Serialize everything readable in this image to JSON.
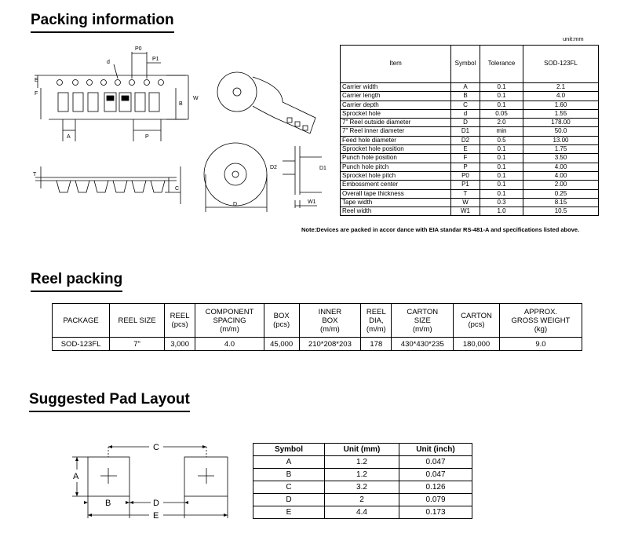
{
  "packing": {
    "title": "Packing information",
    "unit": "unit:mm",
    "headers": [
      "Item",
      "Symbol",
      "Tolerance",
      "SOD-123FL"
    ],
    "rows": [
      [
        "Carrier width",
        "A",
        "0.1",
        "2.1"
      ],
      [
        "Carrier length",
        "B",
        "0.1",
        "4.0"
      ],
      [
        "Carrier depth",
        "C",
        "0.1",
        "1.60"
      ],
      [
        "Sprocket hole",
        "d",
        "0.05",
        "1.55"
      ],
      [
        "7\" Reel outside diameter",
        "D",
        "2.0",
        "178.00"
      ],
      [
        "7\" Reel inner diameter",
        "D1",
        "min",
        "50.0"
      ],
      [
        "Feed hole diameter",
        "D2",
        "0.5",
        "13.00"
      ],
      [
        "Sprocket hole position",
        "E",
        "0.1",
        "1.75"
      ],
      [
        "Punch hole position",
        "F",
        "0.1",
        "3.50"
      ],
      [
        "Punch hole pitch",
        "P",
        "0.1",
        "4.00"
      ],
      [
        "Sprocket hole pitch",
        "P0",
        "0.1",
        "4.00"
      ],
      [
        "Embossment center",
        "P1",
        "0.1",
        "2.00"
      ],
      [
        "Overall tape thickness",
        "T",
        "0.1",
        "0.25"
      ],
      [
        "Tape width",
        "W",
        "0.3",
        "8.15"
      ],
      [
        "Reel width",
        "W1",
        "1.0",
        "10.5"
      ]
    ],
    "note": "Note:Devices are packed in accor dance with EIA standar RS-481-A and specifications listed above.",
    "diagram_labels": {
      "p0": "P0",
      "p1": "P1",
      "d": "d",
      "e": "E",
      "f": "F",
      "b": "B",
      "w": "W",
      "a": "A",
      "p": "P",
      "t": "T",
      "c": "C",
      "d_reel": "D",
      "d2": "D2",
      "d1": "D1",
      "w1": "W1"
    }
  },
  "reel": {
    "title": "Reel packing",
    "headers": [
      [
        "PACKAGE"
      ],
      [
        "REEL SIZE"
      ],
      [
        "REEL",
        "(pcs)"
      ],
      [
        "COMPONENT",
        "SPACING",
        "(m/m)"
      ],
      [
        "BOX",
        "(pcs)"
      ],
      [
        "INNER",
        "BOX",
        "(m/m)"
      ],
      [
        "REEL",
        "DIA,",
        "(m/m)"
      ],
      [
        "CARTON",
        "SIZE",
        "(m/m)"
      ],
      [
        "CARTON",
        "(pcs)"
      ],
      [
        "APPROX.",
        "GROSS WEIGHT",
        "(kg)"
      ]
    ],
    "row": [
      "SOD-123FL",
      "7\"",
      "3,000",
      "4.0",
      "45,000",
      "210*208*203",
      "178",
      "430*430*235",
      "180,000",
      "9.0"
    ]
  },
  "pad": {
    "title": "Suggested Pad Layout",
    "headers": [
      "Symbol",
      "Unit (mm)",
      "Unit (inch)"
    ],
    "rows": [
      [
        "A",
        "1.2",
        "0.047"
      ],
      [
        "B",
        "1.2",
        "0.047"
      ],
      [
        "C",
        "3.2",
        "0.126"
      ],
      [
        "D",
        "2",
        "0.079"
      ],
      [
        "E",
        "4.4",
        "0.173"
      ]
    ],
    "diagram_labels": {
      "a": "A",
      "b": "B",
      "c": "C",
      "d": "D",
      "e": "E"
    }
  }
}
